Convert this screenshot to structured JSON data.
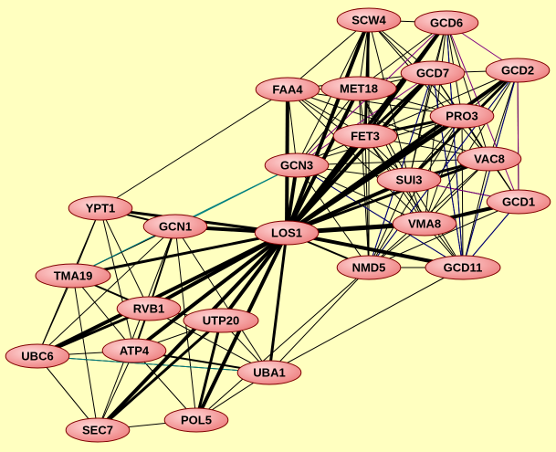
{
  "colors": {
    "background": "#ffffc0",
    "node_fill": "#f4a0a0",
    "node_stroke": "#800000",
    "edge_default": "#000000",
    "edge_purple": "#800080",
    "edge_blue": "#000080",
    "edge_teal": "#008080"
  },
  "nodes": [
    {
      "id": "SCW4",
      "label": "SCW4"
    },
    {
      "id": "GCD6",
      "label": "GCD6"
    },
    {
      "id": "GCD7",
      "label": "GCD7"
    },
    {
      "id": "GCD2",
      "label": "GCD2"
    },
    {
      "id": "FAA4",
      "label": "FAA4"
    },
    {
      "id": "MET18",
      "label": "MET18"
    },
    {
      "id": "PRO3",
      "label": "PRO3"
    },
    {
      "id": "FET3",
      "label": "FET3"
    },
    {
      "id": "GCN3",
      "label": "GCN3"
    },
    {
      "id": "VAC8",
      "label": "VAC8"
    },
    {
      "id": "SUI3",
      "label": "SUI3"
    },
    {
      "id": "GCD1",
      "label": "GCD1"
    },
    {
      "id": "VMA8",
      "label": "VMA8"
    },
    {
      "id": "LOS1",
      "label": "LOS1"
    },
    {
      "id": "NMD5",
      "label": "NMD5"
    },
    {
      "id": "GCD11",
      "label": "GCD11"
    },
    {
      "id": "YPT1",
      "label": "YPT1"
    },
    {
      "id": "GCN1",
      "label": "GCN1"
    },
    {
      "id": "TMA19",
      "label": "TMA19"
    },
    {
      "id": "RVB1",
      "label": "RVB1"
    },
    {
      "id": "UTP20",
      "label": "UTP20"
    },
    {
      "id": "UBC6",
      "label": "UBC6"
    },
    {
      "id": "ATP4",
      "label": "ATP4"
    },
    {
      "id": "UBA1",
      "label": "UBA1"
    },
    {
      "id": "SEC7",
      "label": "SEC7"
    },
    {
      "id": "POL5",
      "label": "POL5"
    }
  ],
  "edges": [
    [
      "LOS1",
      "SCW4",
      4
    ],
    [
      "LOS1",
      "MET18",
      4
    ],
    [
      "LOS1",
      "FET3",
      5
    ],
    [
      "LOS1",
      "GCD7",
      4
    ],
    [
      "LOS1",
      "GCD6",
      4
    ],
    [
      "LOS1",
      "PRO3",
      5
    ],
    [
      "LOS1",
      "GCD2",
      4
    ],
    [
      "LOS1",
      "FAA4",
      4
    ],
    [
      "LOS1",
      "VMA8",
      5
    ],
    [
      "LOS1",
      "GCD11",
      4
    ],
    [
      "LOS1",
      "GCN1",
      4
    ],
    [
      "LOS1",
      "YPT1",
      3
    ],
    [
      "LOS1",
      "RVB1",
      4
    ],
    [
      "LOS1",
      "UTP20",
      4
    ],
    [
      "LOS1",
      "ATP4",
      4
    ],
    [
      "LOS1",
      "SEC7",
      4
    ],
    [
      "LOS1",
      "POL5",
      4
    ],
    [
      "LOS1",
      "UBA1",
      3
    ],
    [
      "LOS1",
      "TMA19",
      3
    ],
    [
      "LOS1",
      "UBC6",
      4
    ],
    [
      "LOS1",
      "GCN3",
      4
    ],
    [
      "LOS1",
      "SUI3",
      4
    ],
    [
      "LOS1",
      "VAC8",
      3
    ],
    [
      "LOS1",
      "NMD5",
      2
    ],
    [
      "VMA8",
      "GCD1",
      4
    ],
    [
      "PRO3",
      "FET3",
      3
    ],
    [
      "GCD2",
      "SUI3",
      3
    ],
    [
      "SUI3",
      "VAC8",
      3
    ],
    [
      "GCD11",
      "NMD5",
      1
    ],
    [
      "SCW4",
      "GCD6",
      1
    ],
    [
      "SCW4",
      "FET3",
      3
    ],
    [
      "GCD6",
      "FET3",
      3
    ],
    [
      "FAA4",
      "MET18",
      1
    ],
    [
      "FAA4",
      "GCN3",
      1
    ],
    [
      "RVB1",
      "UBC6",
      3
    ],
    [
      "RVB1",
      "GCN1",
      2
    ],
    [
      "GCN1",
      "YPT1",
      2
    ],
    [
      "UTP20",
      "SEC7",
      3
    ],
    [
      "UTP20",
      "POL5",
      3
    ],
    [
      "ATP4",
      "UBA1",
      2
    ],
    [
      "TMA19",
      "RVB1",
      2
    ],
    [
      "ATP4",
      "SEC7",
      1
    ],
    [
      "UBC6",
      "TMA19",
      1
    ],
    [
      "UBC6",
      "ATP4",
      1
    ],
    [
      "UBC6",
      "SEC7",
      1
    ],
    [
      "SEC7",
      "POL5",
      1
    ],
    [
      "POL5",
      "UBA1",
      1
    ],
    [
      "RVB1",
      "ATP4",
      2
    ],
    [
      "UTP20",
      "UBA1",
      1
    ],
    [
      "YPT1",
      "TMA19",
      1
    ],
    [
      "YPT1",
      "UBC6",
      1
    ],
    [
      "YPT1",
      "RVB1",
      1
    ],
    [
      "YPT1",
      "ATP4",
      1
    ],
    [
      "GCN1",
      "TMA19",
      1
    ],
    [
      "GCN1",
      "UBA1",
      1
    ],
    [
      "GCN1",
      "SEC7",
      1
    ],
    [
      "GCN1",
      "POL5",
      1
    ],
    [
      "GCN1",
      "UBC6",
      1
    ],
    [
      "RVB1",
      "UTP20",
      1
    ],
    [
      "RVB1",
      "UBA1",
      1
    ],
    [
      "TMA19",
      "ATP4",
      1
    ],
    [
      "TMA19",
      "SEC7",
      1
    ],
    [
      "ATP4",
      "POL5",
      1
    ],
    [
      "UTP20",
      "ATP4",
      1
    ],
    [
      "YPT1",
      "FAA4",
      1
    ],
    [
      "UBC6",
      "UBA1",
      1
    ],
    [
      "UBA1",
      "NMD5",
      1
    ],
    [
      "UBA1",
      "GCD11",
      1
    ],
    [
      "POL5",
      "NMD5",
      1
    ],
    [
      "SCW4",
      "MET18",
      1
    ],
    [
      "SCW4",
      "GCD7",
      1
    ],
    [
      "SCW4",
      "PRO3",
      1
    ],
    [
      "SCW4",
      "VAC8",
      1
    ],
    [
      "SCW4",
      "SUI3",
      1
    ],
    [
      "SCW4",
      "FAA4",
      1
    ],
    [
      "SCW4",
      "GCN3",
      1
    ],
    [
      "SCW4",
      "NMD5",
      1
    ],
    [
      "GCD6",
      "GCD7",
      1
    ],
    [
      "GCD6",
      "PRO3",
      1
    ],
    [
      "GCD6",
      "VAC8",
      1
    ],
    [
      "GCD6",
      "SUI3",
      1
    ],
    [
      "GCD6",
      "GCD11",
      1
    ],
    [
      "GCD6",
      "VMA8",
      1
    ],
    [
      "GCD6",
      "MET18",
      1
    ],
    [
      "GCD7",
      "GCD2",
      1
    ],
    [
      "GCD7",
      "PRO3",
      1
    ],
    [
      "GCD7",
      "SUI3",
      1
    ],
    [
      "GCD7",
      "VAC8",
      1
    ],
    [
      "GCD7",
      "GCD1",
      1
    ],
    [
      "GCD7",
      "GCD11",
      1
    ],
    [
      "GCD7",
      "NMD5",
      1
    ],
    [
      "GCD7",
      "FAA4",
      1
    ],
    [
      "GCD7",
      "MET18",
      1
    ],
    [
      "GCD7",
      "FET3",
      3
    ],
    [
      "GCD2",
      "PRO3",
      1
    ],
    [
      "GCD2",
      "VAC8",
      1
    ],
    [
      "GCD2",
      "GCD1",
      1
    ],
    [
      "GCD2",
      "GCD11",
      1
    ],
    [
      "GCD2",
      "VMA8",
      1
    ],
    [
      "GCD2",
      "FET3",
      1
    ],
    [
      "GCD2",
      "NMD5",
      1
    ],
    [
      "MET18",
      "FET3",
      1
    ],
    [
      "MET18",
      "GCN3",
      1
    ],
    [
      "MET18",
      "SUI3",
      1
    ],
    [
      "MET18",
      "PRO3",
      1
    ],
    [
      "MET18",
      "NMD5",
      1
    ],
    [
      "MET18",
      "VMA8",
      1
    ],
    [
      "FAA4",
      "FET3",
      1
    ],
    [
      "FAA4",
      "SUI3",
      1
    ],
    [
      "FAA4",
      "PRO3",
      1
    ],
    [
      "FAA4",
      "VAC8",
      1
    ],
    [
      "FAA4",
      "VMA8",
      1
    ],
    [
      "PRO3",
      "SUI3",
      1
    ],
    [
      "PRO3",
      "VAC8",
      1
    ],
    [
      "PRO3",
      "GCD1",
      1
    ],
    [
      "PRO3",
      "VMA8",
      1
    ],
    [
      "PRO3",
      "GCD11",
      1
    ],
    [
      "PRO3",
      "NMD5",
      1
    ],
    [
      "PRO3",
      "GCN3",
      1
    ],
    [
      "FET3",
      "SUI3",
      1
    ],
    [
      "FET3",
      "VMA8",
      1
    ],
    [
      "FET3",
      "NMD5",
      1
    ],
    [
      "FET3",
      "GCD11",
      1
    ],
    [
      "FET3",
      "GCN3",
      1
    ],
    [
      "FET3",
      "VAC8",
      1
    ],
    [
      "GCN3",
      "SUI3",
      1
    ],
    [
      "GCN3",
      "VMA8",
      1
    ],
    [
      "GCN3",
      "NMD5",
      1
    ],
    [
      "GCN3",
      "GCD11",
      1
    ],
    [
      "VAC8",
      "GCD1",
      1
    ],
    [
      "VAC8",
      "VMA8",
      1
    ],
    [
      "VAC8",
      "GCD11",
      1
    ],
    [
      "VAC8",
      "NMD5",
      1
    ],
    [
      "SUI3",
      "GCD1",
      1
    ],
    [
      "SUI3",
      "VMA8",
      1
    ],
    [
      "SUI3",
      "GCD11",
      1
    ],
    [
      "SUI3",
      "NMD5",
      1
    ],
    [
      "VMA8",
      "NMD5",
      1
    ],
    [
      "VMA8",
      "GCD11",
      1
    ],
    [
      "GCD1",
      "GCD11",
      1
    ],
    [
      "GCD1",
      "NMD5",
      1
    ],
    [
      "VAC8",
      "GCN3",
      1
    ]
  ],
  "colored_edges": [
    [
      "GCD6",
      "GCD2",
      "purple"
    ],
    [
      "GCD2",
      "GCD1",
      "purple"
    ],
    [
      "GCD6",
      "GCN3",
      "purple"
    ],
    [
      "GCD7",
      "GCN3",
      "purple"
    ],
    [
      "GCD6",
      "GCD1",
      "purple"
    ],
    [
      "SUI3",
      "GCD1",
      "purple"
    ],
    [
      "GCD6",
      "GCD11",
      "blue"
    ],
    [
      "GCD7",
      "GCD11",
      "blue"
    ],
    [
      "GCD2",
      "NMD5",
      "blue"
    ],
    [
      "GCN3",
      "GCD11",
      "blue"
    ],
    [
      "GCD1",
      "GCD11",
      "blue"
    ],
    [
      "GCD7",
      "NMD5",
      "blue"
    ],
    [
      "GCD2",
      "GCD11",
      "blue"
    ],
    [
      "GCN1",
      "GCN3",
      "teal"
    ],
    [
      "TMA19",
      "GCN3",
      "teal"
    ],
    [
      "UBC6",
      "UBA1",
      "teal"
    ]
  ]
}
